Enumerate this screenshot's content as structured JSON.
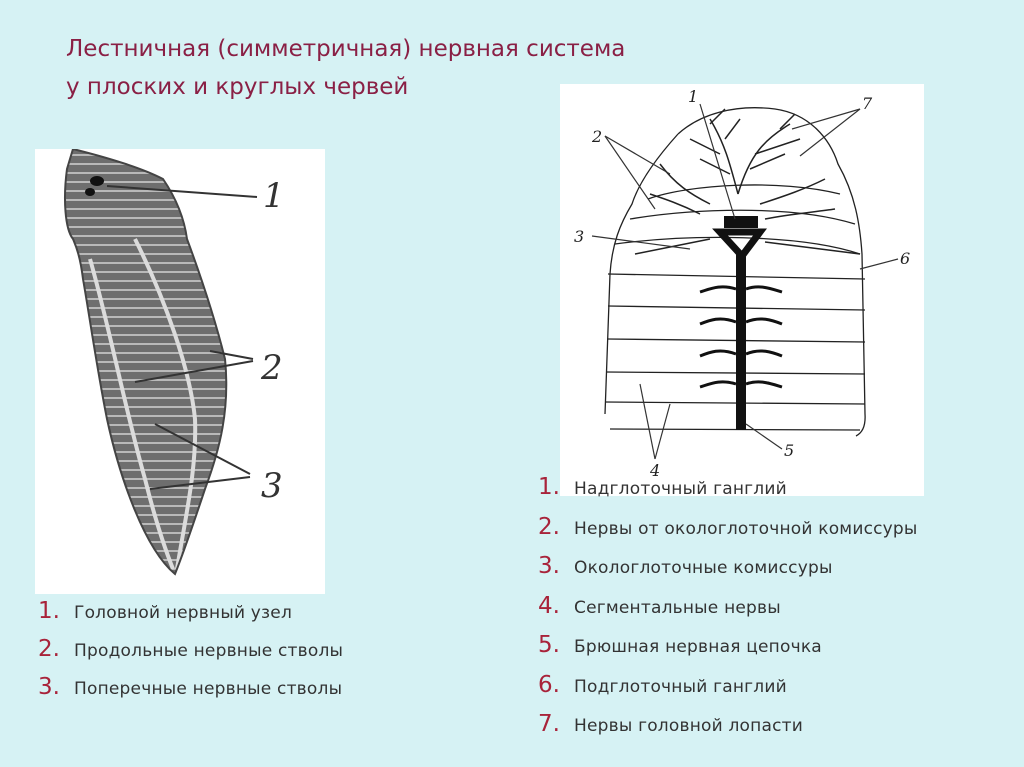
{
  "slide": {
    "title_line1": "Лестничная (симметричная) нервная система",
    "title_line2": "у плоских и круглых червей",
    "title_color": "#8a2045",
    "background_color": "#d6f2f4",
    "number_color": "#a8233a"
  },
  "flatworm_figure": {
    "labels": [
      "1",
      "2",
      "3"
    ]
  },
  "annelid_figure": {
    "labels": [
      "1",
      "2",
      "3",
      "4",
      "5",
      "6",
      "7"
    ]
  },
  "flatworm_legend": [
    {
      "num": "1.",
      "text": "Головной нервный узел"
    },
    {
      "num": "2.",
      "text": "Продольные нервные стволы"
    },
    {
      "num": "3.",
      "text": "Поперечные нервные стволы"
    }
  ],
  "annelid_legend": [
    {
      "num": "1.",
      "text": "Надглоточный ганглий"
    },
    {
      "num": "2.",
      "text": "Нервы от окологлоточной комиссуры"
    },
    {
      "num": "3.",
      "text": "Окологлоточные комиссуры"
    },
    {
      "num": "4.",
      "text": "Сегментальные нервы"
    },
    {
      "num": "5.",
      "text": "Брюшная нервная цепочка"
    },
    {
      "num": "6.",
      "text": "Подглоточный ганглий"
    },
    {
      "num": "7.",
      "text": "Нервы головной лопасти"
    }
  ]
}
